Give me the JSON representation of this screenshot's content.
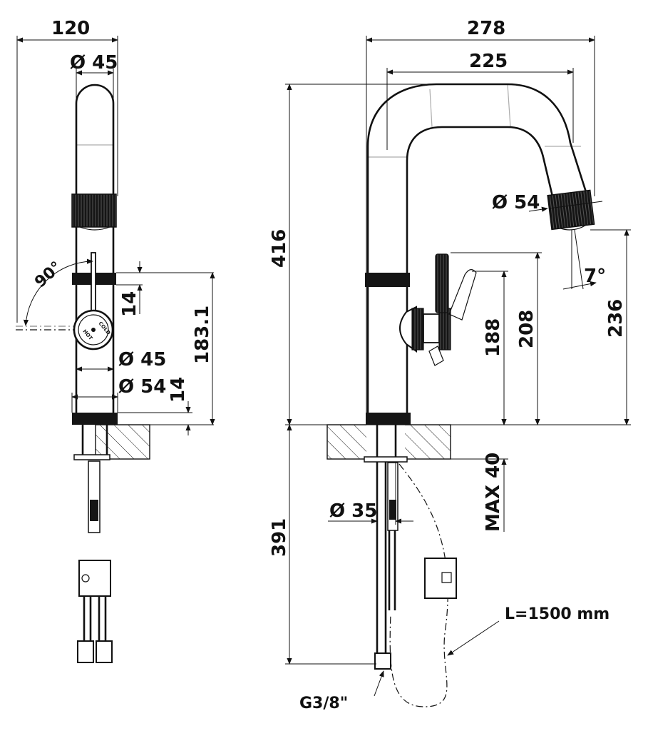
{
  "side_view": {
    "width_total": "120",
    "spout_diameter": "Ø 45",
    "rotation_angle": "90°",
    "lever_offset": "14",
    "handle_height": "183.1",
    "body_diameter": "Ø 45",
    "base_diameter": "Ø 54",
    "base_offset": "14",
    "hot_label": "HOT",
    "cold_label": "COLD"
  },
  "front_view": {
    "spout_reach_total": "278",
    "spout_reach": "225",
    "total_height": "416",
    "aerator_diameter": "Ø 54",
    "aerator_angle": "7°",
    "spout_outlet_height": "236",
    "lever_top_height": "208",
    "lever_height": "188",
    "deck_thickness_max": "MAX 40",
    "hole_diameter": "Ø 35",
    "pipe_length": "391",
    "hose_length": "L=1500 mm",
    "connection_thread": "G3/8\""
  },
  "colors": {
    "line": "#111111",
    "background": "#ffffff"
  }
}
